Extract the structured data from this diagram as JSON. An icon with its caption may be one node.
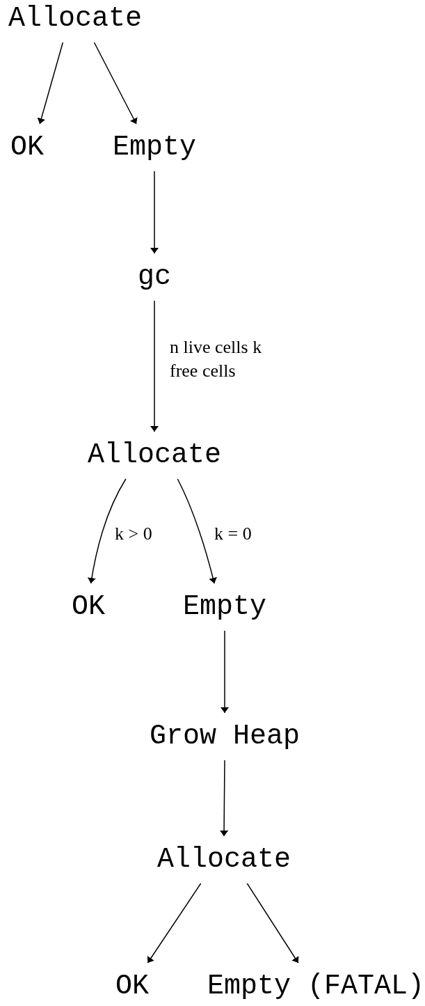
{
  "diagram": {
    "nodes": [
      {
        "text": [
          "Allocate"
        ]
      },
      {
        "text": [
          "OK"
        ]
      },
      {
        "text": [
          "Empty"
        ]
      },
      {
        "text": [
          "gc"
        ]
      },
      {
        "text": [
          "Allocate"
        ]
      },
      {
        "text": [
          "OK"
        ]
      },
      {
        "text": [
          "Empty"
        ]
      },
      {
        "text": [
          "Grow Heap"
        ]
      },
      {
        "text": [
          "Allocate"
        ]
      },
      {
        "text": [
          "OK"
        ]
      },
      {
        "text": [
          "Empty (FATAL)"
        ]
      }
    ],
    "edges": [
      {
        "from": 0,
        "to": 1,
        "arrow": "to"
      },
      {
        "from": 0,
        "to": 2,
        "arrow": "to"
      },
      {
        "from": 2,
        "to": 3,
        "arrow": "to"
      },
      {
        "from": 3,
        "to": 4,
        "arrow": "to",
        "label": "n live cells k free cells"
      },
      {
        "from": 4,
        "to": 5,
        "arrow": "to",
        "label": "k > 0"
      },
      {
        "from": 4,
        "to": 6,
        "arrow": "to",
        "label": "k = 0"
      },
      {
        "from": 6,
        "to": 7,
        "arrow": "to"
      },
      {
        "from": 7,
        "to": 8,
        "arrow": "to"
      },
      {
        "from": 8,
        "to": 9,
        "arrow": "to"
      },
      {
        "from": 8,
        "to": 10,
        "arrow": "to"
      }
    ]
  }
}
